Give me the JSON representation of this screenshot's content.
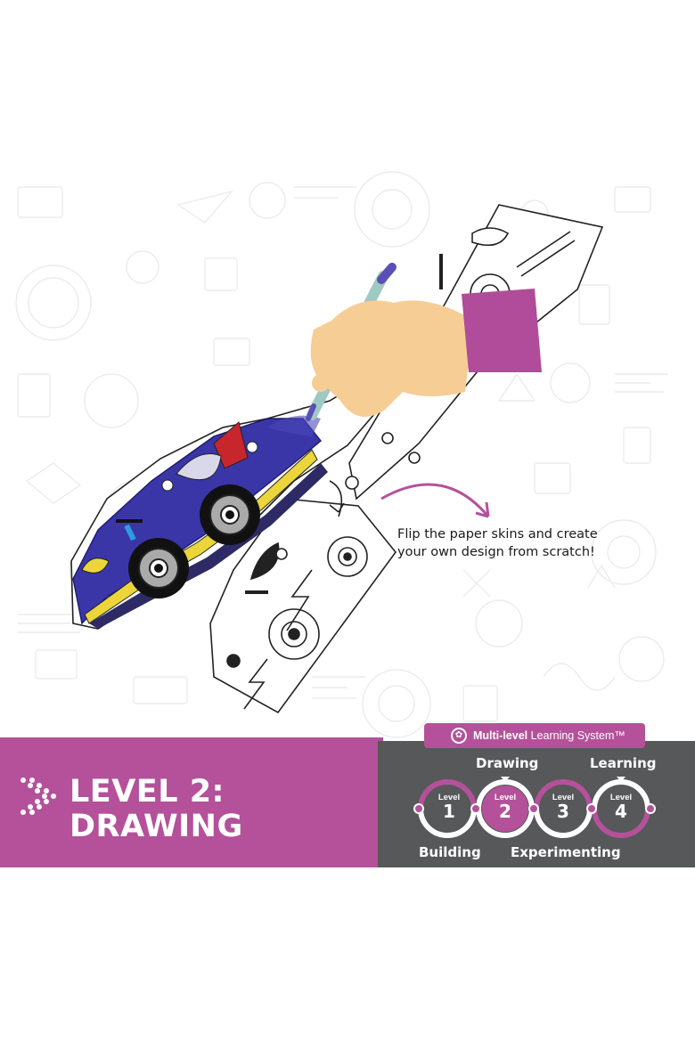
{
  "caption": {
    "line1": "Flip the paper skins and create",
    "line2": "your own design from scratch!"
  },
  "banner": {
    "title_line1": "LEVEL 2:",
    "title_line2": "DRAWING",
    "system_bold": "Multi-level",
    "system_rest": " Learning System™"
  },
  "stages": {
    "top": [
      "Drawing",
      "Learning"
    ],
    "bottom": [
      "Building",
      "Experimenting"
    ]
  },
  "levels": [
    {
      "word": "Level",
      "number": "1",
      "active": false
    },
    {
      "word": "Level",
      "number": "2",
      "active": true
    },
    {
      "word": "Level",
      "number": "3",
      "active": false
    },
    {
      "word": "Level",
      "number": "4",
      "active": false
    }
  ],
  "colors": {
    "brand_purple": "#b4519a",
    "panel_gray": "#57585a",
    "car_blue": "#3a36a8",
    "car_yellow": "#ecd53a",
    "car_red": "#c8262d",
    "skin": "#f6cd94",
    "sleeve": "#b04c9a"
  },
  "icons": [
    "arrow-chevrons-icon",
    "learning-system-icon",
    "curved-arrow-icon"
  ]
}
